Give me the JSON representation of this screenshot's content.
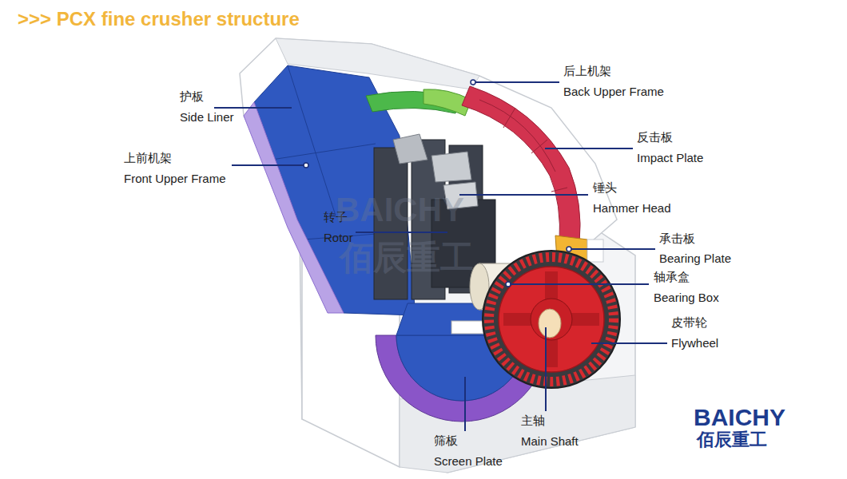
{
  "diagram": {
    "title": ">>> PCX fine crusher structure",
    "labels": [
      "护板",
      "Side Liner",
      "上前机架",
      "Front Upper Frame",
      "后上机架",
      "Back Upper Frame",
      "反击板",
      "Impact Plate",
      "锤头",
      "Hammer Head",
      "转子",
      "Rotor",
      "承击板",
      "Bearing Plate",
      "轴承盒",
      "Bearing Box",
      "皮带轮",
      "Flywheel",
      "主轴",
      "Main Shaft",
      "筛板",
      "Screen Plate",
      "BAICHY",
      "佰辰重工",
      "BAICHY",
      "佰辰重工"
    ]
  }
}
